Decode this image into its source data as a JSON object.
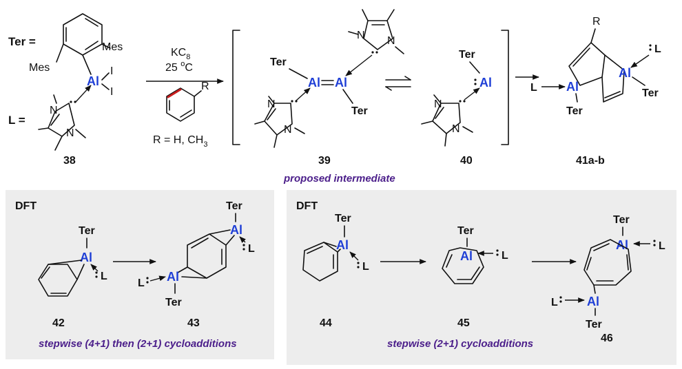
{
  "colors": {
    "aluminum": "#1f3fd6",
    "caption": "#4b1e8a",
    "highlight": "#c81e1e",
    "panel": "#ededed"
  },
  "top": {
    "ter_def": "Ter =",
    "mes": "Mes",
    "l_def": "L =",
    "I": "I",
    "Al": "Al",
    "N": "N",
    "Ter": "Ter",
    "L": "L",
    "R": "R",
    "reagent": "KC",
    "reagent_sub": "8",
    "temp": "25 ",
    "temp_sup": "o",
    "temp_unit": "C",
    "r_def": "R = H, CH",
    "r_def_sub": "3",
    "c38": "38",
    "c39": "39",
    "c40": "40",
    "c41": "41a-b",
    "proposed": "proposed intermediate"
  },
  "left_panel": {
    "dft": "DFT",
    "c42": "42",
    "c43": "43",
    "caption": "stepwise (4+1) then (2+1) cycloadditions"
  },
  "right_panel": {
    "dft": "DFT",
    "c44": "44",
    "c45": "45",
    "c46": "46",
    "caption": "stepwise (2+1) cycloadditions"
  }
}
